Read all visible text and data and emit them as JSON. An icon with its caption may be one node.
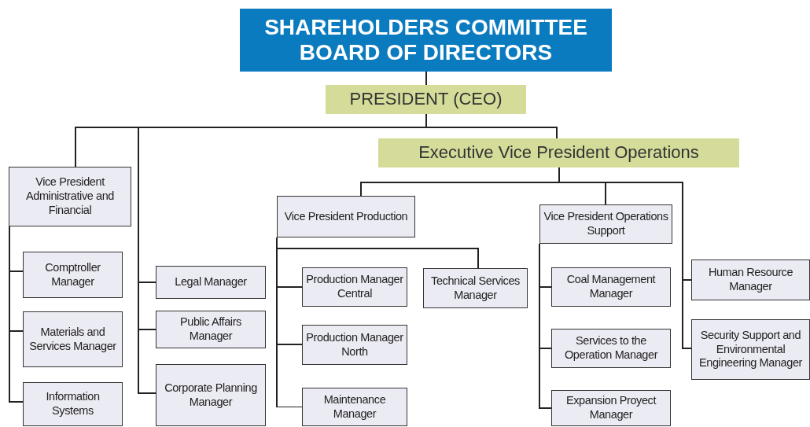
{
  "diagram": {
    "nodes": [
      {
        "text": [
          "SHAREHOLDERS COMMITTEE BOARD OF DIRECTORS"
        ]
      },
      {
        "text": [
          "PRESIDENT (CEO)"
        ]
      },
      {
        "text": [
          "Executive Vice President Operations"
        ]
      },
      {
        "text": [
          "Vice President Administrative and Financial"
        ]
      },
      {
        "text": [
          "Comptroller Manager"
        ]
      },
      {
        "text": [
          "Materials and Services Manager"
        ]
      },
      {
        "text": [
          "Information Systems"
        ]
      },
      {
        "text": [
          "Legal Manager"
        ]
      },
      {
        "text": [
          "Public Affairs Manager"
        ]
      },
      {
        "text": [
          "Corporate Planning Manager"
        ]
      },
      {
        "text": [
          "Vice President Production"
        ]
      },
      {
        "text": [
          "Production Manager Central"
        ]
      },
      {
        "text": [
          "Technical Services Manager"
        ]
      },
      {
        "text": [
          "Production Manager North"
        ]
      },
      {
        "text": [
          "Maintenance Manager"
        ]
      },
      {
        "text": [
          "Vice President Operations  Support"
        ]
      },
      {
        "text": [
          "Coal Management Manager"
        ]
      },
      {
        "text": [
          "Services to the Operation Manager"
        ]
      },
      {
        "text": [
          "Expansion Proyect Manager"
        ]
      },
      {
        "text": [
          "Human Resource Manager"
        ]
      },
      {
        "text": [
          "Security Support and Environmental Engineering Manager"
        ]
      }
    ],
    "edges": [
      {
        "from": 0,
        "to": 1,
        "arrow": "none"
      },
      {
        "from": 1,
        "to": 3,
        "arrow": "none"
      },
      {
        "from": 1,
        "to": 7,
        "arrow": "none"
      },
      {
        "from": 1,
        "to": 8,
        "arrow": "none"
      },
      {
        "from": 1,
        "to": 9,
        "arrow": "none"
      },
      {
        "from": 1,
        "to": 2,
        "arrow": "none"
      },
      {
        "from": 3,
        "to": 4,
        "arrow": "none"
      },
      {
        "from": 3,
        "to": 5,
        "arrow": "none"
      },
      {
        "from": 3,
        "to": 6,
        "arrow": "none"
      },
      {
        "from": 2,
        "to": 10,
        "arrow": "none"
      },
      {
        "from": 2,
        "to": 15,
        "arrow": "none"
      },
      {
        "from": 2,
        "to": 19,
        "arrow": "none"
      },
      {
        "from": 2,
        "to": 20,
        "arrow": "none"
      },
      {
        "from": 10,
        "to": 11,
        "arrow": "none"
      },
      {
        "from": 10,
        "to": 12,
        "arrow": "none"
      },
      {
        "from": 10,
        "to": 13,
        "arrow": "none"
      },
      {
        "from": 10,
        "to": 14,
        "arrow": "none"
      },
      {
        "from": 15,
        "to": 16,
        "arrow": "none"
      },
      {
        "from": 15,
        "to": 17,
        "arrow": "none"
      },
      {
        "from": 15,
        "to": 18,
        "arrow": "none"
      }
    ]
  }
}
